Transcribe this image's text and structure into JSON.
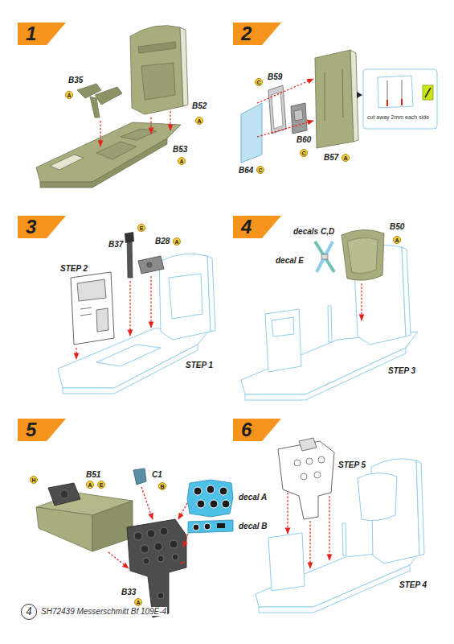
{
  "diagram": {
    "nodes": [
      {
        "text": [
          "1"
        ]
      },
      {
        "text": [
          "A"
        ]
      },
      {
        "text": [
          "A"
        ]
      },
      {
        "text": [
          "A"
        ]
      },
      {
        "text": [
          "2"
        ]
      },
      {
        "text": [
          "C"
        ]
      },
      {
        "text": [
          "C"
        ]
      },
      {
        "text": [
          "A"
        ]
      },
      {
        "text": [
          "C"
        ]
      },
      {
        "text": [
          "3"
        ]
      },
      {
        "text": [
          "E"
        ]
      },
      {
        "text": [
          "A"
        ]
      },
      {
        "text": [
          "4"
        ]
      },
      {
        "text": [
          "A"
        ]
      },
      {
        "text": [
          "5"
        ]
      },
      {
        "text": [
          "H"
        ]
      },
      {
        "text": [
          "A"
        ]
      },
      {
        "text": [
          "E"
        ]
      },
      {
        "text": [
          "B"
        ]
      },
      {
        "text": [
          "A"
        ]
      },
      {
        "text": [
          "6"
        ]
      },
      {
        "text": [
          "4"
        ]
      }
    ],
    "labels": [
      "B35",
      "B52",
      "B53",
      "B59",
      "B60",
      "B57",
      "B64",
      "cut away 2mm each side",
      "B37",
      "B28",
      "STEP 2",
      "STEP 1",
      "decals C,D",
      "decal E",
      "B50",
      "STEP 3",
      "B51",
      "C1",
      "decal A",
      "decal B",
      "B33",
      "STEP 5",
      "STEP 4",
      "SH72439 Messerschmitt Bf 109E-4"
    ]
  }
}
